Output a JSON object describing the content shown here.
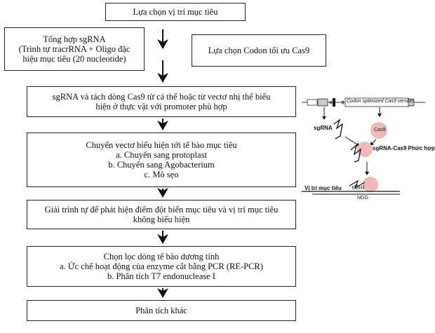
{
  "flowchart": {
    "step1": {
      "text": "Lựa chọn vị trí mục tiêu"
    },
    "step2a": {
      "lines": [
        "Tổng hợp sgRNA",
        "(Trình tự tracrRNA + Oligo  đặc",
        "hiệu mục tiêu (20 nucleotide)"
      ]
    },
    "step2b": {
      "text": "Lựa chọn Codon tối ưu Cas9"
    },
    "step3": {
      "lines": [
        "sgRNA  và  tách dòng Cas9 từ cá thể hoặc từ vectơ nhị thể biểu",
        "hiện ở thực vật với promoter phù hợp"
      ]
    },
    "step4": {
      "lines": [
        "Chuyển vectơ biểu hiện tới tế bào mục tiêu",
        "a. Chuyển sang protoplast",
        "b. Chuyển sang Agobacterium",
        "c. Mô sẹo"
      ]
    },
    "step5": {
      "lines": [
        "Giải trình tự để phát hiện điểm đột biến mục tiêu và vị trí mục tiêu",
        "không biểu hiện"
      ]
    },
    "step6": {
      "lines": [
        "Chọn lọc dòng tế bào dương tính",
        "a. Ức chế hoạt động của enzyme cắt bằng PCR (RE-PCR)",
        "b. Phân tích T7 endonuclease I"
      ]
    },
    "step7": {
      "text": "Phân tích khác"
    }
  },
  "figure": {
    "vector_label": "Codon optimized Cas9 version",
    "sgrna_label": "sgRNA",
    "cas9_label": "Cas9",
    "complex_label": "sgRNA-Cas9 Phức hợp",
    "target_label": "Vị trí mục tiêu",
    "pam_label": "NGG"
  },
  "colors": {
    "cas9": "#f0b9b9",
    "vector_gray": "#c8c8c8",
    "arrow": "#111111"
  }
}
